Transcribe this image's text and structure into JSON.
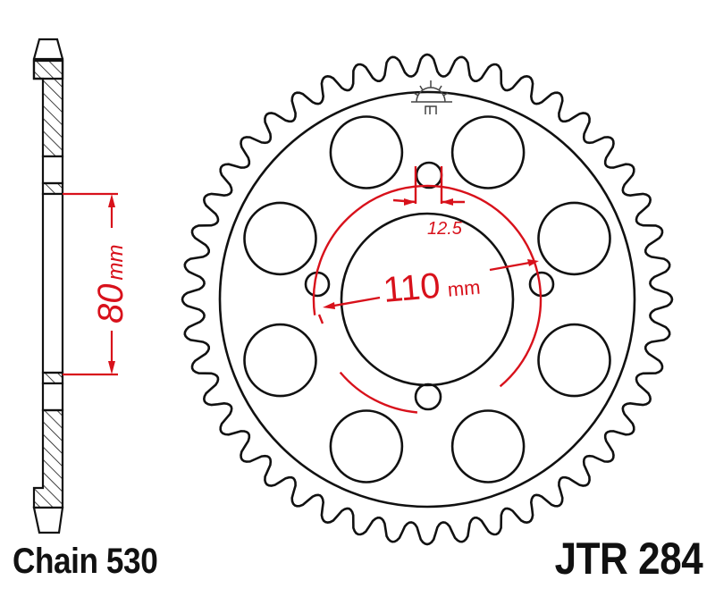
{
  "labels": {
    "chain": "Chain 530",
    "part_number": "JTR 284"
  },
  "dimensions": {
    "hub_thickness": {
      "value": "80",
      "unit": "mm"
    },
    "bolt_circle": {
      "value": "110",
      "unit": "mm"
    },
    "bolt_hole": {
      "value": "12.5"
    }
  },
  "sprocket": {
    "teeth": 44,
    "mounting_holes": 4,
    "lightening_holes": 8
  },
  "colors": {
    "outline": "#111111",
    "dimension": "#d8111b",
    "background": "#ffffff"
  }
}
